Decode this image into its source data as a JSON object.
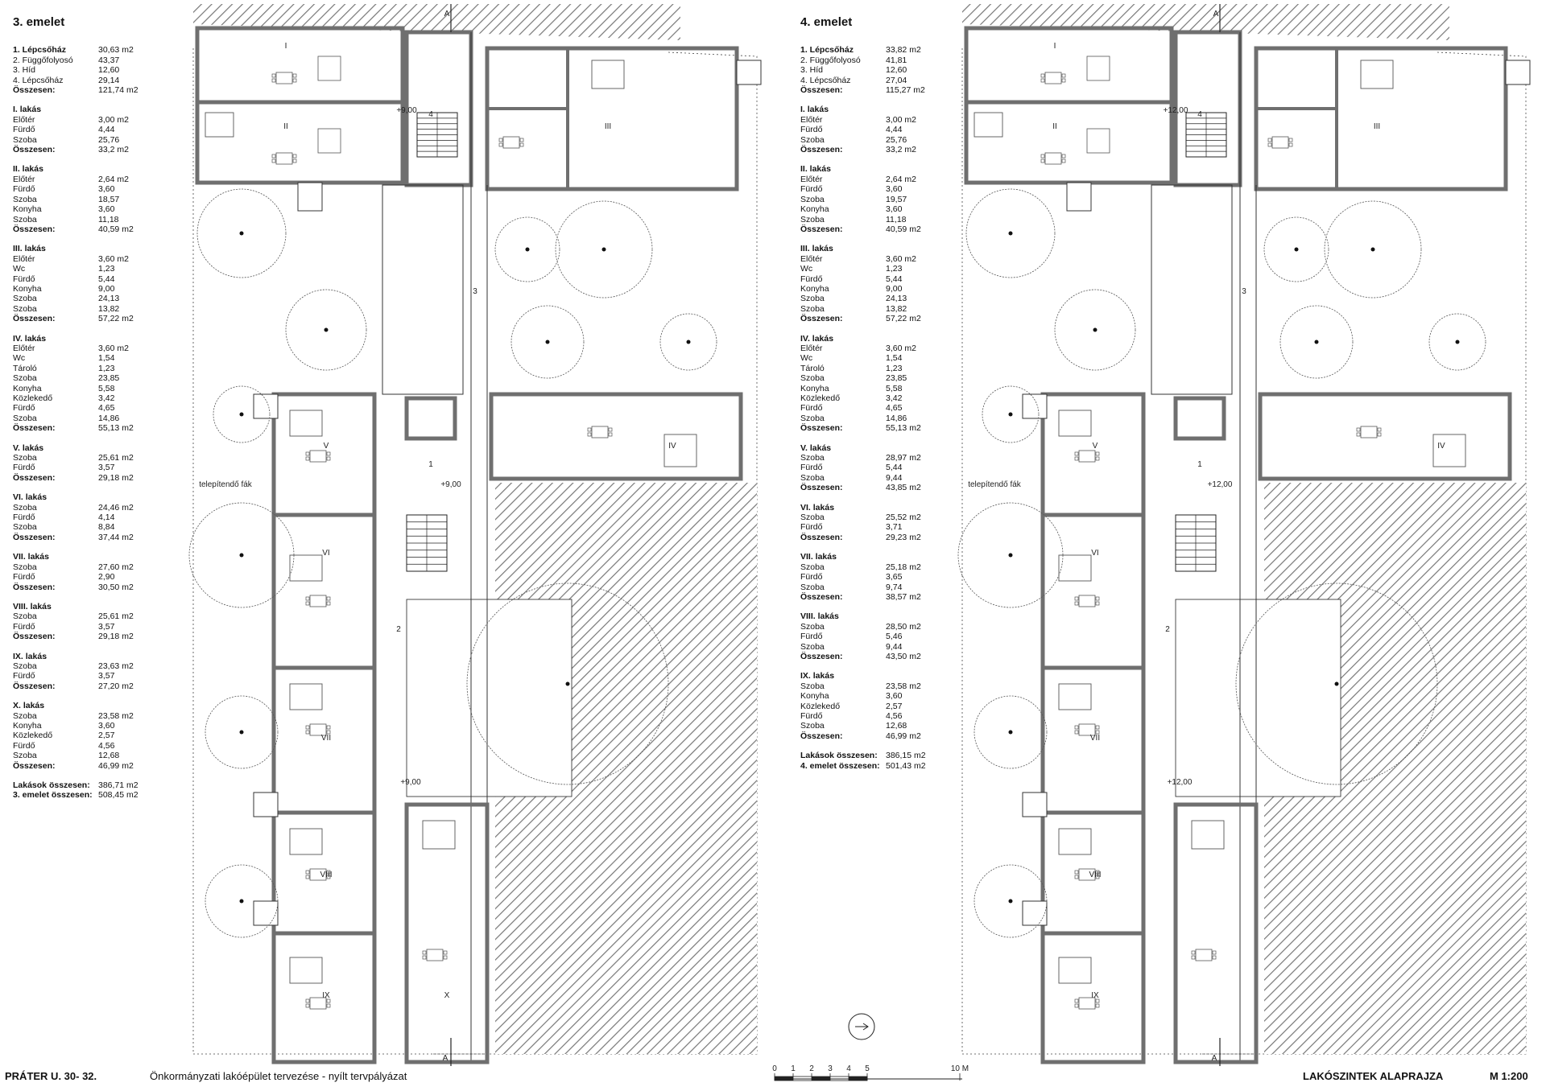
{
  "left_title": "3. emelet",
  "right_title": "4. emelet",
  "left_blocks": [
    [
      [
        "1. Lépcsőház",
        "30,63 m2"
      ],
      [
        "2. Függőfolyosó",
        "43,37"
      ],
      [
        "3. Híd",
        "12,60"
      ],
      [
        "4. Lépcsőház",
        "29,14"
      ],
      [
        "Összesen:",
        "121,74 m2"
      ]
    ],
    [
      [
        "I. lakás",
        ""
      ],
      [
        "Előtér",
        "3,00 m2"
      ],
      [
        "Fürdő",
        "4,44"
      ],
      [
        "Szoba",
        "25,76"
      ],
      [
        "Összesen:",
        "33,2 m2"
      ]
    ],
    [
      [
        "II. lakás",
        ""
      ],
      [
        "Előtér",
        "2,64 m2"
      ],
      [
        "Fürdő",
        "3,60"
      ],
      [
        "Szoba",
        "18,57"
      ],
      [
        "Konyha",
        "3,60"
      ],
      [
        "Szoba",
        "11,18"
      ],
      [
        "Összesen:",
        "40,59 m2"
      ]
    ],
    [
      [
        "III. lakás",
        ""
      ],
      [
        "Előtér",
        "3,60 m2"
      ],
      [
        "Wc",
        "1,23"
      ],
      [
        "Fürdő",
        "5,44"
      ],
      [
        "Konyha",
        "9,00"
      ],
      [
        "Szoba",
        "24,13"
      ],
      [
        "Szoba",
        "13,82"
      ],
      [
        "Összesen:",
        "57,22 m2"
      ]
    ],
    [
      [
        "IV. lakás",
        ""
      ],
      [
        "Előtér",
        "3,60 m2"
      ],
      [
        "Wc",
        "1,54"
      ],
      [
        "Tároló",
        "1,23"
      ],
      [
        "Szoba",
        "23,85"
      ],
      [
        "Konyha",
        "5,58"
      ],
      [
        "Közlekedő",
        "3,42"
      ],
      [
        "Fürdő",
        "4,65"
      ],
      [
        "Szoba",
        "14,86"
      ],
      [
        "Összesen:",
        "55,13 m2"
      ]
    ],
    [
      [
        "V. lakás",
        ""
      ],
      [
        "Szoba",
        "25,61 m2"
      ],
      [
        "Fürdő",
        "3,57"
      ],
      [
        "Összesen:",
        "29,18 m2"
      ]
    ],
    [
      [
        "VI. lakás",
        ""
      ],
      [
        "Szoba",
        "24,46 m2"
      ],
      [
        "Fürdő",
        "4,14"
      ],
      [
        "Szoba",
        "8,84"
      ],
      [
        "Összesen:",
        "37,44 m2"
      ]
    ],
    [
      [
        "VII. lakás",
        ""
      ],
      [
        "Szoba",
        "27,60 m2"
      ],
      [
        "Fürdő",
        "2,90"
      ],
      [
        "Összesen:",
        "30,50 m2"
      ]
    ],
    [
      [
        "VIII. lakás",
        ""
      ],
      [
        "Szoba",
        "25,61 m2"
      ],
      [
        "Fürdő",
        "3,57"
      ],
      [
        "Összesen:",
        "29,18 m2"
      ]
    ],
    [
      [
        "IX. lakás",
        ""
      ],
      [
        "Szoba",
        "23,63 m2"
      ],
      [
        "Fürdő",
        "3,57"
      ],
      [
        "Összesen:",
        "27,20 m2"
      ]
    ],
    [
      [
        "X. lakás",
        ""
      ],
      [
        "Szoba",
        "23,58 m2"
      ],
      [
        "Konyha",
        "3,60"
      ],
      [
        "Közlekedő",
        "2,57"
      ],
      [
        "Fürdő",
        "4,56"
      ],
      [
        "Szoba",
        "12,68"
      ],
      [
        "Összesen:",
        "46,99 m2"
      ]
    ],
    [
      [
        "Lakások összesen:",
        "386,71 m2"
      ],
      [
        "3. emelet összesen:",
        "508,45 m2"
      ]
    ]
  ],
  "right_blocks": [
    [
      [
        "1. Lépcsőház",
        "33,82 m2"
      ],
      [
        "2. Függőfolyosó",
        "41,81"
      ],
      [
        "3. Híd",
        "12,60"
      ],
      [
        "4. Lépcsőház",
        "27,04"
      ],
      [
        "Összesen:",
        "115,27 m2"
      ]
    ],
    [
      [
        "I. lakás",
        ""
      ],
      [
        "Előtér",
        "3,00 m2"
      ],
      [
        "Fürdő",
        "4,44"
      ],
      [
        "Szoba",
        "25,76"
      ],
      [
        "Összesen:",
        "33,2 m2"
      ]
    ],
    [
      [
        "II. lakás",
        ""
      ],
      [
        "Előtér",
        "2,64 m2"
      ],
      [
        "Fürdő",
        "3,60"
      ],
      [
        "Szoba",
        "19,57"
      ],
      [
        "Konyha",
        "3,60"
      ],
      [
        "Szoba",
        "11,18"
      ],
      [
        "Összesen:",
        "40,59 m2"
      ]
    ],
    [
      [
        "III. lakás",
        ""
      ],
      [
        "Előtér",
        "3,60 m2"
      ],
      [
        "Wc",
        "1,23"
      ],
      [
        "Fürdő",
        "5,44"
      ],
      [
        "Konyha",
        "9,00"
      ],
      [
        "Szoba",
        "24,13"
      ],
      [
        "Szoba",
        "13,82"
      ],
      [
        "Összesen:",
        "57,22 m2"
      ]
    ],
    [
      [
        "IV. lakás",
        ""
      ],
      [
        "Előtér",
        "3,60 m2"
      ],
      [
        "Wc",
        "1,54"
      ],
      [
        "Tároló",
        "1,23"
      ],
      [
        "Szoba",
        "23,85"
      ],
      [
        "Konyha",
        "5,58"
      ],
      [
        "Közlekedő",
        "3,42"
      ],
      [
        "Fürdő",
        "4,65"
      ],
      [
        "Szoba",
        "14,86"
      ],
      [
        "Összesen:",
        "55,13 m2"
      ]
    ],
    [
      [
        "V. lakás",
        ""
      ],
      [
        "Szoba",
        "28,97 m2"
      ],
      [
        "Fürdő",
        "5,44"
      ],
      [
        "Szoba",
        "9,44"
      ],
      [
        "Összesen:",
        "43,85 m2"
      ]
    ],
    [
      [
        "VI. lakás",
        ""
      ],
      [
        "Szoba",
        "25,52 m2"
      ],
      [
        "Fürdő",
        "3,71"
      ],
      [
        "Összesen:",
        "29,23 m2"
      ]
    ],
    [
      [
        "VII. lakás",
        ""
      ],
      [
        "Szoba",
        "25,18 m2"
      ],
      [
        "Fürdő",
        "3,65"
      ],
      [
        "Szoba",
        "9,74"
      ],
      [
        "Összesen:",
        "38,57 m2"
      ]
    ],
    [
      [
        "VIII. lakás",
        ""
      ],
      [
        "Szoba",
        "28,50 m2"
      ],
      [
        "Fürdő",
        "5,46"
      ],
      [
        "Szoba",
        "9,44"
      ],
      [
        "Összesen:",
        "43,50 m2"
      ]
    ],
    [
      [
        "IX. lakás",
        ""
      ],
      [
        "Szoba",
        "23,58 m2"
      ],
      [
        "Konyha",
        "3,60"
      ],
      [
        "Közlekedő",
        "2,57"
      ],
      [
        "Fürdő",
        "4,56"
      ],
      [
        "Szoba",
        "12,68"
      ],
      [
        "Összesen:",
        "46,99 m2"
      ]
    ],
    [
      [
        "Lakások összesen:",
        "386,15 m2"
      ],
      [
        "4. emelet összesen:",
        "501,43 m2"
      ]
    ]
  ],
  "footer": {
    "project": "PRÁTER U. 30- 32.",
    "subtitle": "Önkormányzati lakóépület tervezése - nyílt tervpályázat",
    "sheet_title": "LAKÓSZINTEK ALAPRAJZA",
    "scale": "M 1:200"
  },
  "scale_bar": {
    "ticks": [
      "0",
      "1",
      "2",
      "3",
      "4",
      "5"
    ],
    "end": "10 M"
  },
  "plan_labels": {
    "tree_note": "telepítendő fák",
    "left_levels": [
      "+9,00",
      "+9,00",
      "+9,00"
    ],
    "right_levels": [
      "+12,00",
      "+12,00",
      "+12,00"
    ],
    "left_units": [
      "I",
      "II",
      "III",
      "IV",
      "V",
      "VI",
      "VII",
      "VIII",
      "IX",
      "X"
    ],
    "right_units": [
      "I",
      "II",
      "III",
      "IV",
      "V",
      "VI",
      "VII",
      "VIII",
      "IX"
    ],
    "core_labels": [
      "1",
      "2",
      "3",
      "4"
    ],
    "section": "A"
  },
  "colors": {
    "wall": "#6f6f6f",
    "hatch": "#777777",
    "line": "#222222"
  }
}
